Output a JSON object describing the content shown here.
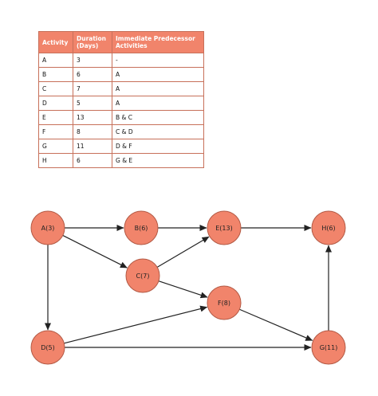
{
  "table": {
    "headers": [
      "Activity",
      "Duration (Days)",
      "Immediate Predecessor Activities"
    ],
    "rows": [
      [
        "A",
        "3",
        "-"
      ],
      [
        "B",
        "6",
        "A"
      ],
      [
        "C",
        "7",
        "A"
      ],
      [
        "D",
        "5",
        "A"
      ],
      [
        "E",
        "13",
        "B & C"
      ],
      [
        "F",
        "8",
        "C & D"
      ],
      [
        "G",
        "11",
        "D & F"
      ],
      [
        "H",
        "6",
        "G & E"
      ]
    ]
  },
  "network": {
    "nodes": [
      {
        "id": "A",
        "label": "A(3)"
      },
      {
        "id": "B",
        "label": "B(6)"
      },
      {
        "id": "C",
        "label": "C(7)"
      },
      {
        "id": "D",
        "label": "D(5)"
      },
      {
        "id": "E",
        "label": "E(13)"
      },
      {
        "id": "F",
        "label": "F(8)"
      },
      {
        "id": "G",
        "label": "G(11)"
      },
      {
        "id": "H",
        "label": "H(6)"
      }
    ],
    "edges": [
      [
        "A",
        "B"
      ],
      [
        "A",
        "C"
      ],
      [
        "A",
        "D"
      ],
      [
        "B",
        "E"
      ],
      [
        "C",
        "E"
      ],
      [
        "C",
        "F"
      ],
      [
        "D",
        "F"
      ],
      [
        "D",
        "G"
      ],
      [
        "F",
        "G"
      ],
      [
        "E",
        "H"
      ],
      [
        "G",
        "H"
      ]
    ]
  },
  "colors": {
    "header_fill": "#f1846b",
    "node_fill": "#f1846b",
    "node_stroke": "#b35a45",
    "edge": "#222222"
  }
}
